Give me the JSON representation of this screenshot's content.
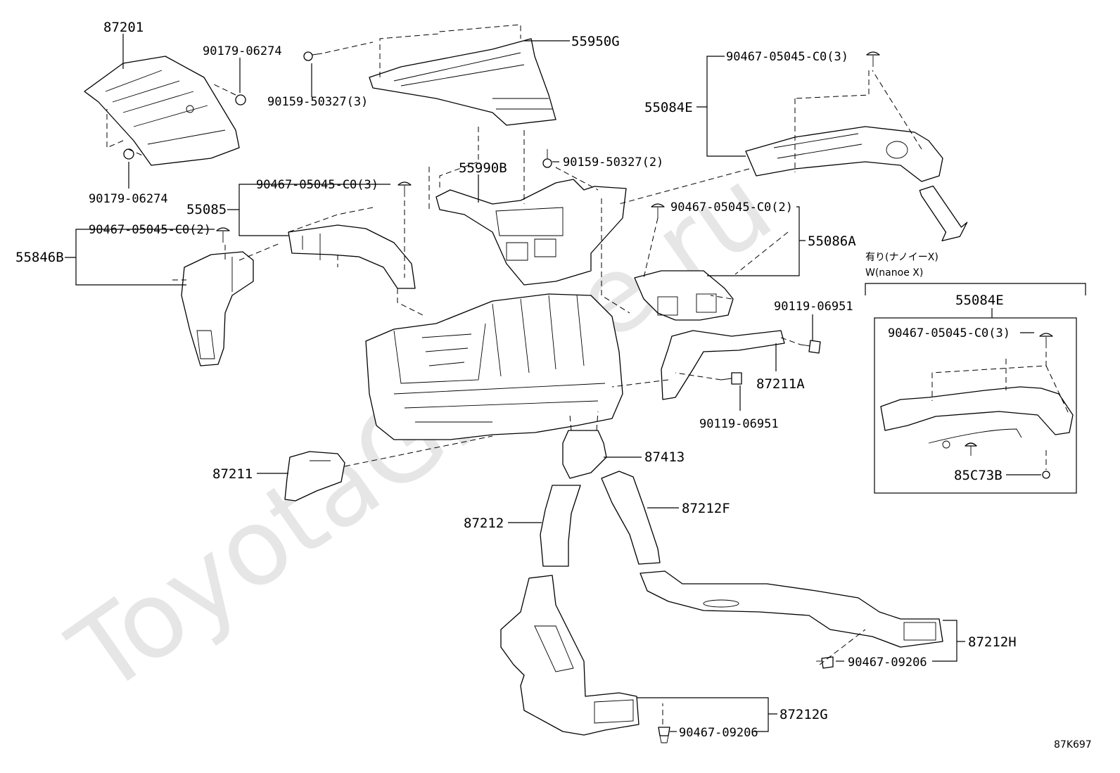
{
  "labels": {
    "p87201": "87201",
    "p90179_06274_top": "90179-06274",
    "p90179_06274_bot": "90179-06274",
    "p90159_50327_3": "90159-50327(3)",
    "p55950G": "55950G",
    "p90159_50327_2": "90159-50327(2)",
    "p55990B": "55990B",
    "p90467_c0_3_top": "90467-05045-C0(3)",
    "p55084E_top": "55084E",
    "p55085": "55085",
    "p90467_c0_3_mid": "90467-05045-C0(3)",
    "p90467_c0_2_left": "90467-05045-C0(2)",
    "p55846B": "55846B",
    "p90467_c0_2_right": "90467-05045-C0(2)",
    "p55086A": "55086A",
    "p90119_06951_top": "90119-06951",
    "p87211A": "87211A",
    "p90119_06951_bot": "90119-06951",
    "p87211": "87211",
    "p87413": "87413",
    "p87212": "87212",
    "p87212F": "87212F",
    "p87212H": "87212H",
    "p90467_09206_right": "90467-09206",
    "p87212G": "87212G",
    "p90467_09206_bot": "90467-09206",
    "nanoe_jp": "有り(ナノイーX)",
    "nanoe_en": "W(nanoe X)",
    "inset_55084E": "55084E",
    "inset_90467": "90467-05045-C0(3)",
    "inset_85C73B": "85C73B",
    "diagram_code": "87K697"
  },
  "watermark": "ToyotaGMine.ru"
}
